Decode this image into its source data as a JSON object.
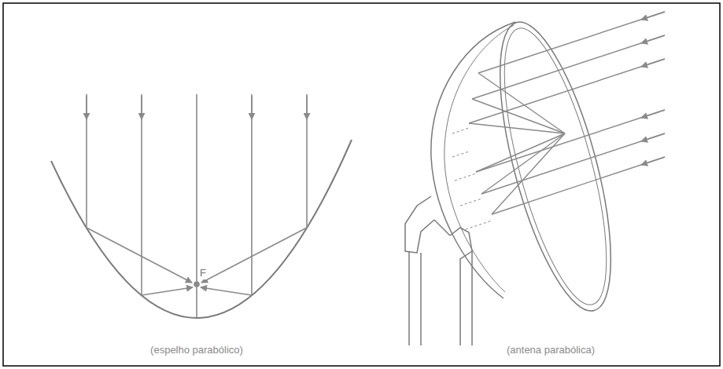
{
  "diagram": {
    "labels": [
      "F",
      "(espelho parabólico)",
      "(antena parabólica)"
    ]
  }
}
